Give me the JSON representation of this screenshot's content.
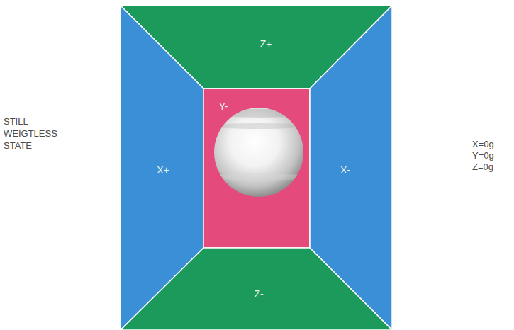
{
  "diagram": {
    "nodes": [
      {
        "text": [
          "Z+"
        ]
      },
      {
        "text": [
          "X+"
        ]
      },
      {
        "text": [
          "Y-"
        ]
      },
      {
        "text": [
          "X-"
        ]
      },
      {
        "text": [
          "Z-"
        ]
      }
    ],
    "labels": [
      "STILL WEIGTLESS STATE",
      "X=0g",
      "Y=0g",
      "Z=0g"
    ]
  }
}
